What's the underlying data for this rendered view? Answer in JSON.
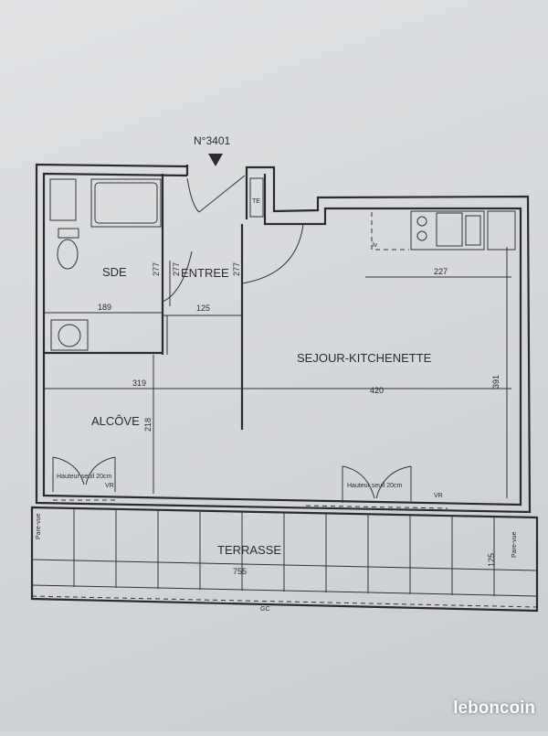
{
  "plan": {
    "unit_number": "N°3401",
    "rooms": {
      "sde": "SDE",
      "entree": "ENTREE",
      "sejour": "SEJOUR-KITCHENETTE",
      "alcove": "ALCÔVE",
      "terrasse": "TERRASSE"
    },
    "dimensions": {
      "sde_height": "277",
      "entree_height": "277",
      "entree_height_right": "277",
      "sde_width": "189",
      "entree_width": "125",
      "kitchen_width": "227",
      "sejour_height": "391",
      "alcove_width": "319",
      "sejour_width": "420",
      "alcove_height": "218",
      "terrasse_width": "755",
      "terrasse_depth": "125"
    },
    "annotations": {
      "threshold_left": "Hauteur seuil 20cm",
      "threshold_right": "Hauteur seuil 20cm",
      "vr_left": "VR",
      "vr_right": "VR",
      "te": "TE",
      "lv": "lv",
      "pare_vue_left": "Pare-vue",
      "pare_vue_right": "Pare-vue",
      "gc": "GC"
    }
  },
  "watermark": "leboncoin"
}
